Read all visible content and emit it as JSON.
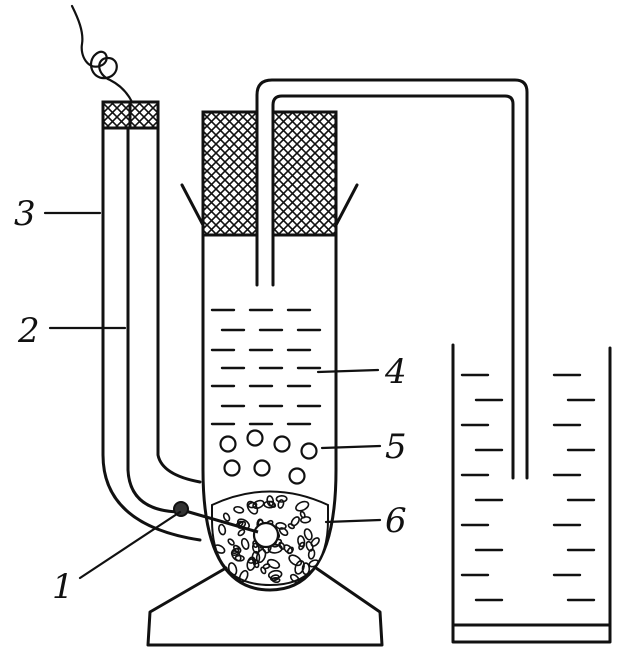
{
  "colors": {
    "ink": "#111111",
    "paper": "#ffffff"
  },
  "labels": {
    "l1": "1",
    "l2": "2",
    "l3": "3",
    "l4": "4",
    "l5": "5",
    "l6": "6"
  }
}
